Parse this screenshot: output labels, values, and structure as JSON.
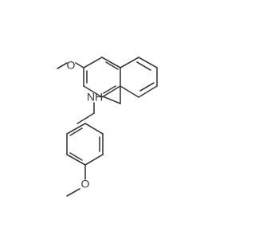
{
  "structure": {
    "atoms": [
      {
        "id": "O1",
        "element": "O",
        "label": "O"
      },
      {
        "id": "C_me1",
        "element": "C",
        "label": ""
      },
      {
        "id": "N1",
        "element": "N",
        "label": "NH"
      },
      {
        "id": "O2",
        "element": "O",
        "label": "O"
      },
      {
        "id": "C_me2",
        "element": "C",
        "label": ""
      }
    ],
    "labels": {
      "oxygen_top": "O",
      "amine": "NH",
      "oxygen_bottom": "O"
    },
    "line_color": "#3a3a3a",
    "background": "#ffffff"
  }
}
